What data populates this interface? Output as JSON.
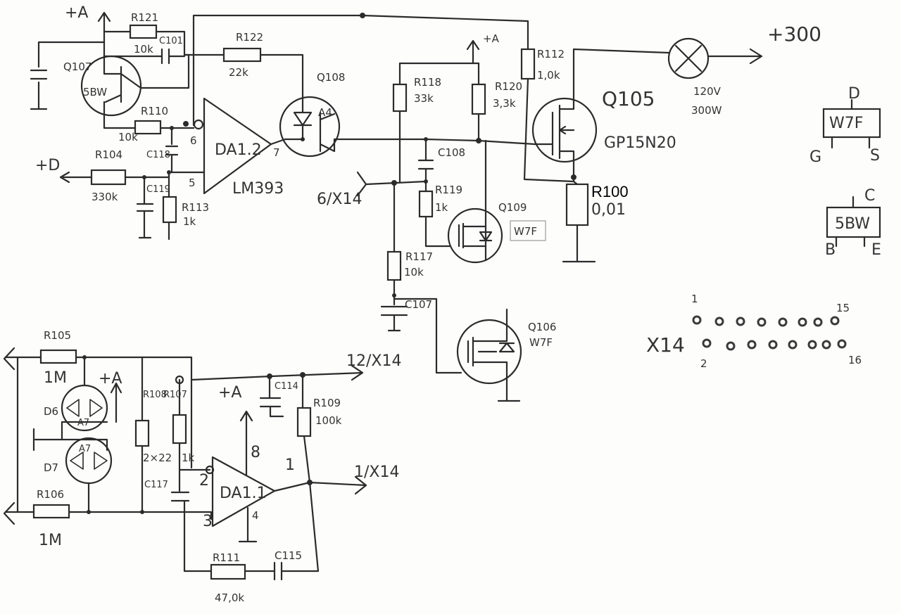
{
  "labels": {
    "plus_a_1": "+A",
    "plus_a_2": "+A",
    "plus_a_3": "+A",
    "plus_a_4": "+A",
    "plus_d": "+D",
    "plus_300": "+300",
    "r121": "R121",
    "r121_val": "10k",
    "c101": "C101",
    "q107": "Q107",
    "q107_code": "5BW",
    "r110": "R110",
    "r110_val": "10k",
    "r122": "R122",
    "r122_val": "22k",
    "q108": "Q108",
    "q108_code": "A4",
    "da12": "DA1.2",
    "da12_type": "LM393",
    "pin6": "6",
    "pin5": "5",
    "pin7": "7",
    "r104": "R104",
    "r104_val": "330k",
    "c118": "C118",
    "c119": "C119",
    "r113": "R113",
    "r113_val": "1k",
    "x14_6": "6/X14",
    "r118": "R118",
    "r118_val": "33k",
    "c108": "C108",
    "r120": "R120",
    "r120_val": "3,3k",
    "r119": "R119",
    "r119_val": "1k",
    "q109": "Q109",
    "q109_code": "W7F",
    "r117": "R117",
    "r117_val": "10k",
    "c107": "C107",
    "q106": "Q106",
    "q106_code": "W7F",
    "r112": "R112",
    "r112_val": "1,0k",
    "q105": "Q105",
    "q105_type": "GP15N20",
    "r100": "R100",
    "r100_val": "0,01",
    "lamp_v": "120V",
    "lamp_w": "300W",
    "pkg_w7f": "W7F",
    "pkg_d": "D",
    "pkg_g": "G",
    "pkg_s": "S",
    "pkg_5bw": "5BW",
    "pkg_c": "C",
    "pkg_b": "B",
    "pkg_e": "E",
    "x14": "X14",
    "x14_p1": "1",
    "x14_p15": "15",
    "x14_p2": "2",
    "x14_p16": "16",
    "r105": "R105",
    "r105_val": "1M",
    "r106": "R106",
    "r106_val": "1M",
    "d6": "D6",
    "d7": "D7",
    "a7_1": "A7",
    "a7_2": "A7",
    "r108": "R108",
    "r108_val": "2×22",
    "r107": "R107",
    "r107_val": "1k",
    "c117": "C117",
    "da11": "DA1.1",
    "pin8": "8",
    "pin2": "2",
    "pin3": "3",
    "pin4": "4",
    "pin1": "1",
    "c114": "C114",
    "r109": "R109",
    "r109_val": "100k",
    "x14_12": "12/X14",
    "x14_1": "1/X14",
    "r111": "R111",
    "r111_val": "47,0k",
    "c115": "C115"
  }
}
